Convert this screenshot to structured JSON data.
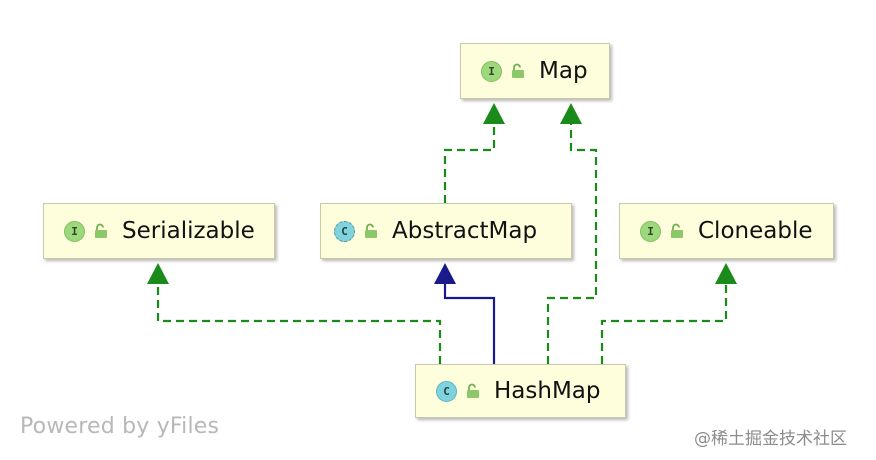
{
  "nodes": {
    "map": {
      "label": "Map",
      "badge": "I",
      "kind": "interface"
    },
    "serializable": {
      "label": "Serializable",
      "badge": "I",
      "kind": "interface"
    },
    "abstract_map": {
      "label": "AbstractMap",
      "badge": "C",
      "kind": "abstract class"
    },
    "cloneable": {
      "label": "Cloneable",
      "badge": "I",
      "kind": "interface"
    },
    "hash_map": {
      "label": "HashMap",
      "badge": "C",
      "kind": "class"
    }
  },
  "edges": [
    {
      "from": "AbstractMap",
      "to": "Map",
      "type": "implements",
      "style": "dashed",
      "color": "#1a8a1a"
    },
    {
      "from": "HashMap",
      "to": "Map",
      "type": "implements",
      "style": "dashed",
      "color": "#1a8a1a"
    },
    {
      "from": "HashMap",
      "to": "Serializable",
      "type": "implements",
      "style": "dashed",
      "color": "#1a8a1a"
    },
    {
      "from": "HashMap",
      "to": "AbstractMap",
      "type": "extends",
      "style": "solid",
      "color": "#1a1a8a"
    },
    {
      "from": "HashMap",
      "to": "Cloneable",
      "type": "implements",
      "style": "dashed",
      "color": "#1a8a1a"
    }
  ],
  "footer": {
    "powered_by": "Powered by yFiles",
    "watermark": "@稀土掘金技术社区"
  }
}
